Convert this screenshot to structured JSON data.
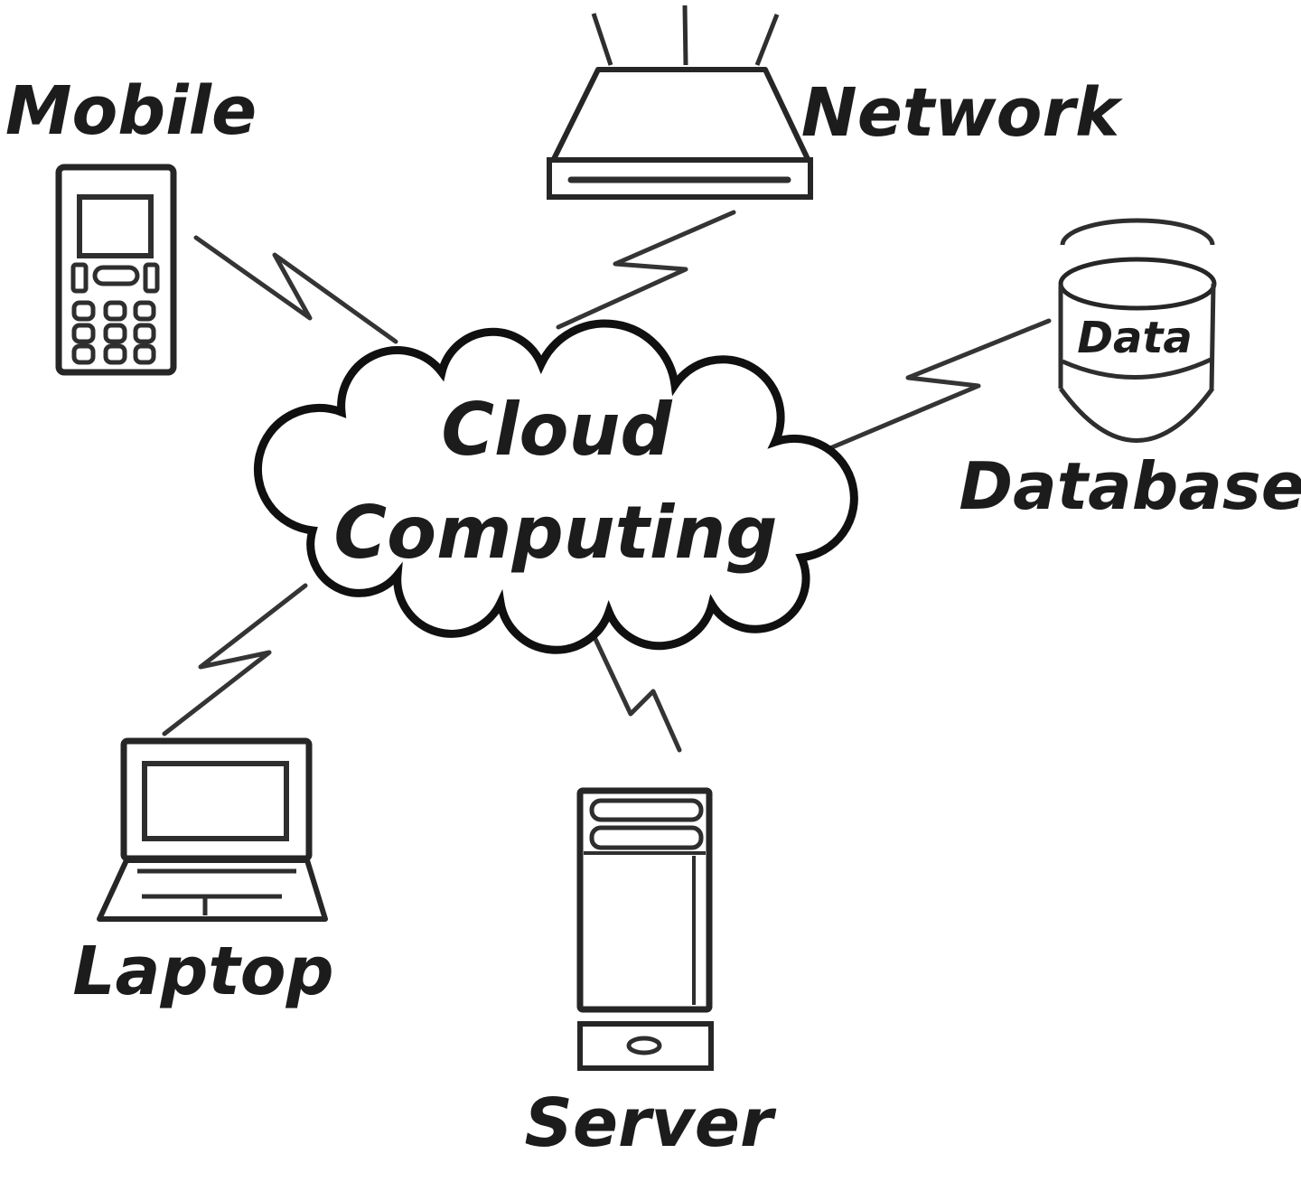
{
  "title": "Cloud Computing diagram",
  "colors": {
    "background": "#ffffff",
    "ink": "#262626",
    "cloud_ink": "#101010",
    "label_ink": "#1c1c1c"
  },
  "cloud": {
    "line1": "Cloud",
    "line2": "Computing"
  },
  "nodes": {
    "mobile": {
      "label": "Mobile"
    },
    "network": {
      "label": "Network"
    },
    "database": {
      "label": "Database",
      "data_label": "Data"
    },
    "laptop": {
      "label": "Laptop"
    },
    "server": {
      "label": "Server"
    }
  },
  "links": [
    "mobile-cloud",
    "network-cloud",
    "database-cloud",
    "laptop-cloud",
    "server-cloud"
  ]
}
